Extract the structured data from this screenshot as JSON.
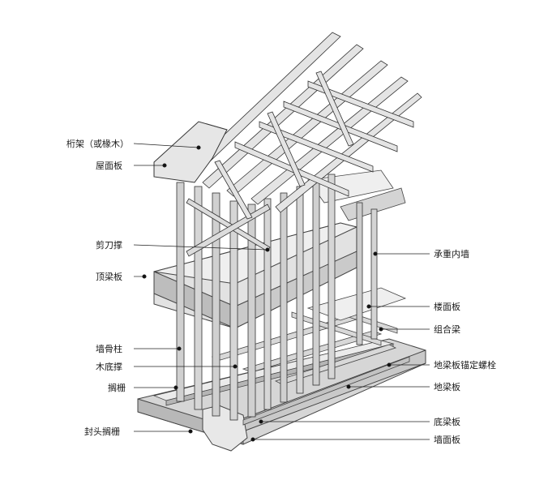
{
  "labels_left": [
    {
      "id": "truss",
      "text": "桁架（或椽木）"
    },
    {
      "id": "roof-sheathing",
      "text": "屋面板"
    },
    {
      "id": "cross-bracing",
      "text": "剪刀撑"
    },
    {
      "id": "top-plate",
      "text": "顶梁板"
    },
    {
      "id": "wall-stud",
      "text": "墙骨柱"
    },
    {
      "id": "bridging",
      "text": "木底撑"
    },
    {
      "id": "joist",
      "text": "搁栅"
    },
    {
      "id": "rim-joist",
      "text": "封头搁栅"
    }
  ],
  "labels_right": [
    {
      "id": "load-bearing-wall",
      "text": "承重内墙"
    },
    {
      "id": "floor-sheathing",
      "text": "楼面板"
    },
    {
      "id": "built-up-beam",
      "text": "组合梁"
    },
    {
      "id": "anchor-bolt",
      "text": "地梁板锚定螺栓"
    },
    {
      "id": "sill-plate",
      "text": "地梁板"
    },
    {
      "id": "bottom-plate",
      "text": "底梁板"
    },
    {
      "id": "wall-sheathing",
      "text": "墙面板"
    }
  ],
  "colors": {
    "line": "#2a2a2a",
    "frame_light": "#e3e3e3",
    "frame_mid": "#c4c4c4",
    "frame_dark": "#9a9a9a",
    "slab": "#d2d2d2"
  }
}
